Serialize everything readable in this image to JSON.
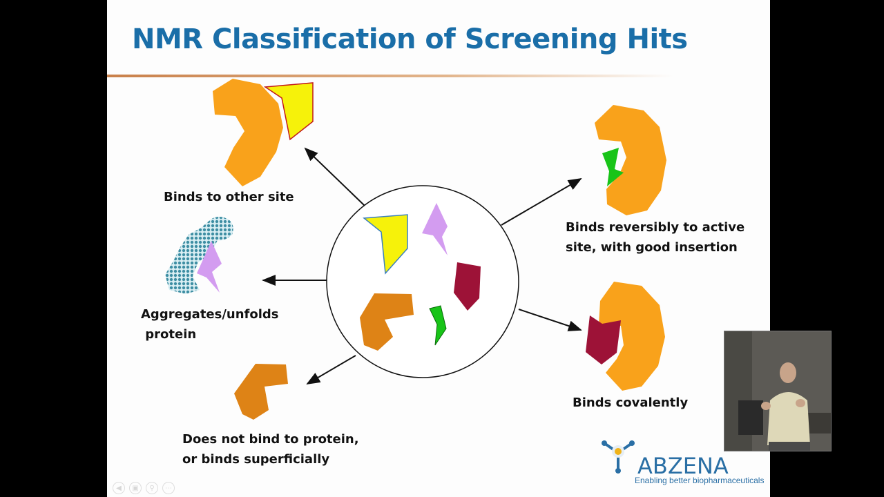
{
  "slide": {
    "title": "NMR Classification of Screening Hits",
    "labels": {
      "binds_other_site": "Binds to other site",
      "aggregates_line1": "Aggregates/unfolds",
      "aggregates_line2": " protein",
      "no_bind_line1": "Does not bind to protein,",
      "no_bind_line2": "or binds superficially",
      "reversible_line1": "Binds reversibly to active",
      "reversible_line2": "site, with good insertion",
      "covalent": "Binds covalently"
    },
    "logo": {
      "name": "ABZENA",
      "tagline": "Enabling better biopharmaceuticals"
    }
  },
  "player": {
    "controls": [
      "previous-icon",
      "slides-icon",
      "zoom-icon",
      "more-icon"
    ]
  },
  "colors": {
    "title": "#1a6ea8",
    "protein": "#f9a21b",
    "yellow_ligand": "#f6f20a",
    "purple_ligand": "#d39cf0",
    "maroon_ligand": "#9d1237",
    "green_ligand": "#18c418",
    "brown_fragment": "#de8316",
    "aggregate": "#5aa7b8",
    "logo": "#2a6fa5"
  }
}
